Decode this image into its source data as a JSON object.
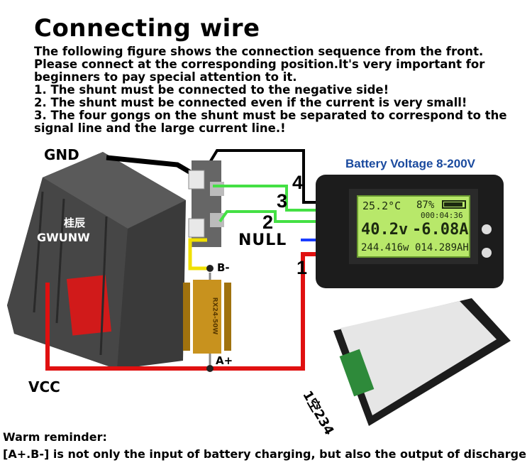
{
  "header": {
    "title": "Connecting wire",
    "intro": "The following figure shows the connection sequence from the front. Please connect at the corresponding position.It's very important for beginners to pay special attention to it.",
    "rules": [
      "1. The shunt must be connected to the negative side!",
      "2. The shunt must be connected even if the current is very small!",
      "3. The four gongs on the shunt must be separated to correspond to the signal line and the large current line.!"
    ]
  },
  "labels": {
    "gnd": "GND",
    "vcc": "VCC",
    "null": "NULL",
    "b_minus": "B-",
    "a_plus": "A+",
    "battery_brand_cn": "桂辰",
    "battery_brand": "GWUNW",
    "resistor_marking": "RX24-50W",
    "terminal_numbers": "1空234"
  },
  "wire_numbers": [
    "1",
    "2",
    "3",
    "4"
  ],
  "meter": {
    "title": "Battery Voltage 8-200V",
    "temperature": "25.2°C",
    "battery_percent": "87%",
    "timer": "000:04:36",
    "voltage": "40.2v",
    "current": "-6.08A",
    "power": "244.416w",
    "capacity": "014.289AH"
  },
  "reminder": {
    "heading": "Warm reminder:",
    "text": "[A+.B-] is not only the input of battery charging, but also the output of discharge"
  },
  "colors": {
    "wire_black": "#000000",
    "wire_green": "#44e044",
    "wire_blue": "#1a3cff",
    "wire_red": "#e01010",
    "wire_yellow": "#f0e000",
    "screen_green": "#b8e86a",
    "title_blue": "#1a4a9e"
  }
}
